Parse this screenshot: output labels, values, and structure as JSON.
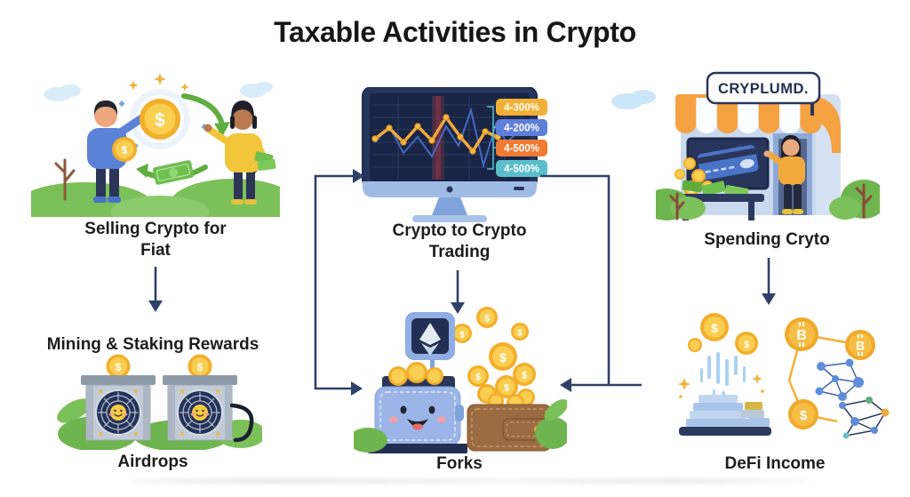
{
  "title": "Taxable Activities in Crypto",
  "glyphs": {
    "dollar": "$",
    "bitcoin": "B"
  },
  "sections": {
    "selling_crypto": {
      "label": "Selling Crypto for\nFiat"
    },
    "crypto_trading": {
      "label": "Crypto to Crypto\nTrading",
      "monitor_badges": [
        {
          "text": "4-300%",
          "color": "#F2B136"
        },
        {
          "text": "4-200%",
          "color": "#5F7ED8"
        },
        {
          "text": "4-500%",
          "color": "#EF7B33"
        },
        {
          "text": "4-500%",
          "color": "#5BBECB"
        }
      ]
    },
    "spending_crypto": {
      "label": "Spending Cryto",
      "store_sign": "CRYPLUMD."
    },
    "mining_staking": {
      "label": "Mining & Staking Rewards"
    },
    "airdrops": {
      "label": "Airdrops"
    },
    "forks": {
      "label": "Forks"
    },
    "defi_income": {
      "label": "DeFi Income"
    }
  },
  "colors": {
    "background": "#FFFFFF",
    "title_text": "#161616",
    "label_text": "#1D1D1D",
    "arrow": "#2E4168",
    "coin_gold": "#F3AE2B",
    "coin_gold_light": "#F9CE51",
    "greenery": "#6FB54F",
    "monitor_navy": "#26355C",
    "awning_orange": "#F5A243",
    "wallet_blue": "#9BB5E8",
    "wallet_brown": "#9C6B42"
  }
}
